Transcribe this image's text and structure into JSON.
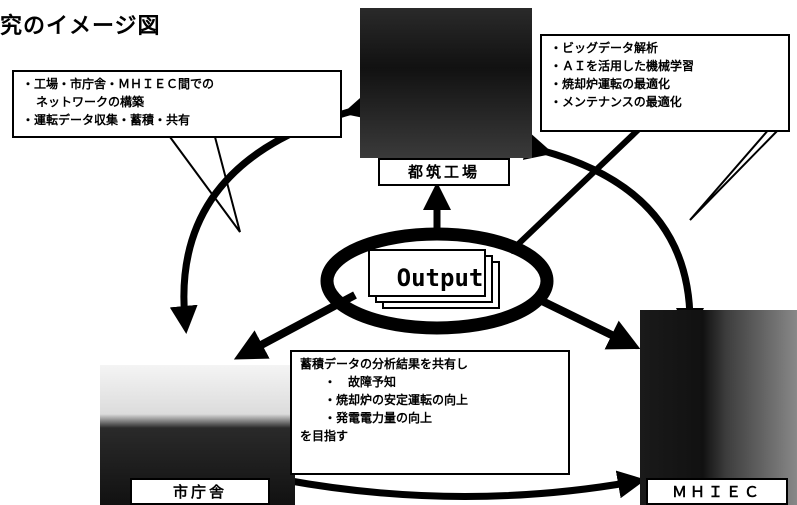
{
  "title": "究のイメージ図",
  "callout_left": {
    "lines": [
      "・工場・市庁舎・ＭＨＩＥＣ間での",
      "ネットワークの構築",
      "・運転データ収集・蓄積・共有"
    ]
  },
  "callout_right": {
    "lines": [
      "・ビッグデータ解析",
      "・ＡＩを活用した機械学習",
      "・焼却炉運転の最適化",
      "・メンテナンスの最適化"
    ]
  },
  "output_label": "Output",
  "callout_center": {
    "lines": [
      "蓄積データの分析結果を共有し",
      "・　故障予知",
      "・焼却炉の安定運転の向上",
      "・発電電力量の向上",
      "を目指す"
    ]
  },
  "nodes": {
    "tsuzuki": "都筑工場",
    "city_hall": "市庁舎",
    "mhiec": "ＭＨＩＥＣ"
  }
}
